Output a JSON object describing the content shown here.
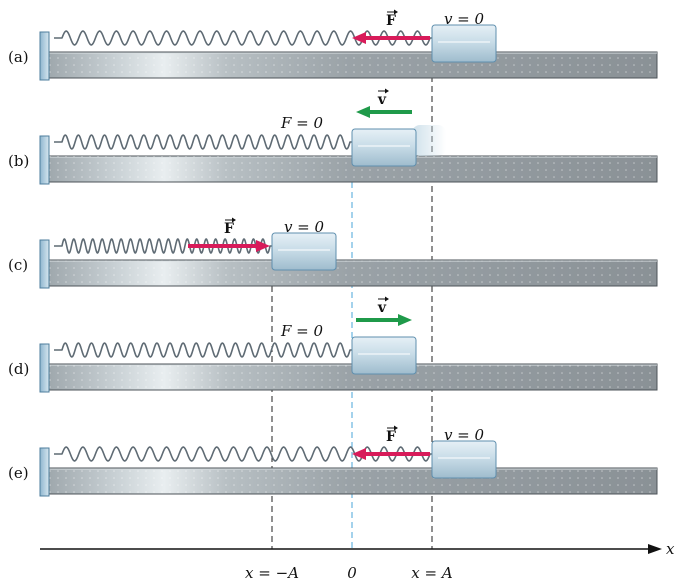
{
  "panels": [
    {
      "id": "a",
      "label": "(a)",
      "block_pos": "x = A",
      "state_text": "v = 0",
      "arrow_kind": "force",
      "arrow_symbol": "F",
      "arrow_dir": "left"
    },
    {
      "id": "b",
      "label": "(b)",
      "block_pos": "0",
      "state_text": "F = 0",
      "arrow_kind": "velocity",
      "arrow_symbol": "v",
      "arrow_dir": "left"
    },
    {
      "id": "c",
      "label": "(c)",
      "block_pos": "x = −A",
      "state_text": "v = 0",
      "arrow_kind": "force",
      "arrow_symbol": "F",
      "arrow_dir": "right"
    },
    {
      "id": "d",
      "label": "(d)",
      "block_pos": "0",
      "state_text": "F = 0",
      "arrow_kind": "velocity",
      "arrow_symbol": "v",
      "arrow_dir": "right"
    },
    {
      "id": "e",
      "label": "(e)",
      "block_pos": "x = A",
      "state_text": "v = 0",
      "arrow_kind": "force",
      "arrow_symbol": "F",
      "arrow_dir": "left"
    }
  ],
  "axis": {
    "label": "x",
    "ticks": [
      "x = −A",
      "0",
      "x = A"
    ]
  },
  "colors": {
    "force_arrow": "#d81b5a",
    "velocity_arrow": "#1f9a4a",
    "track": "#8a9196",
    "spring": "#5f6b74",
    "block": "#c9dde8",
    "zero_line": "#4aa6d8",
    "dashed_line": "#222222"
  }
}
